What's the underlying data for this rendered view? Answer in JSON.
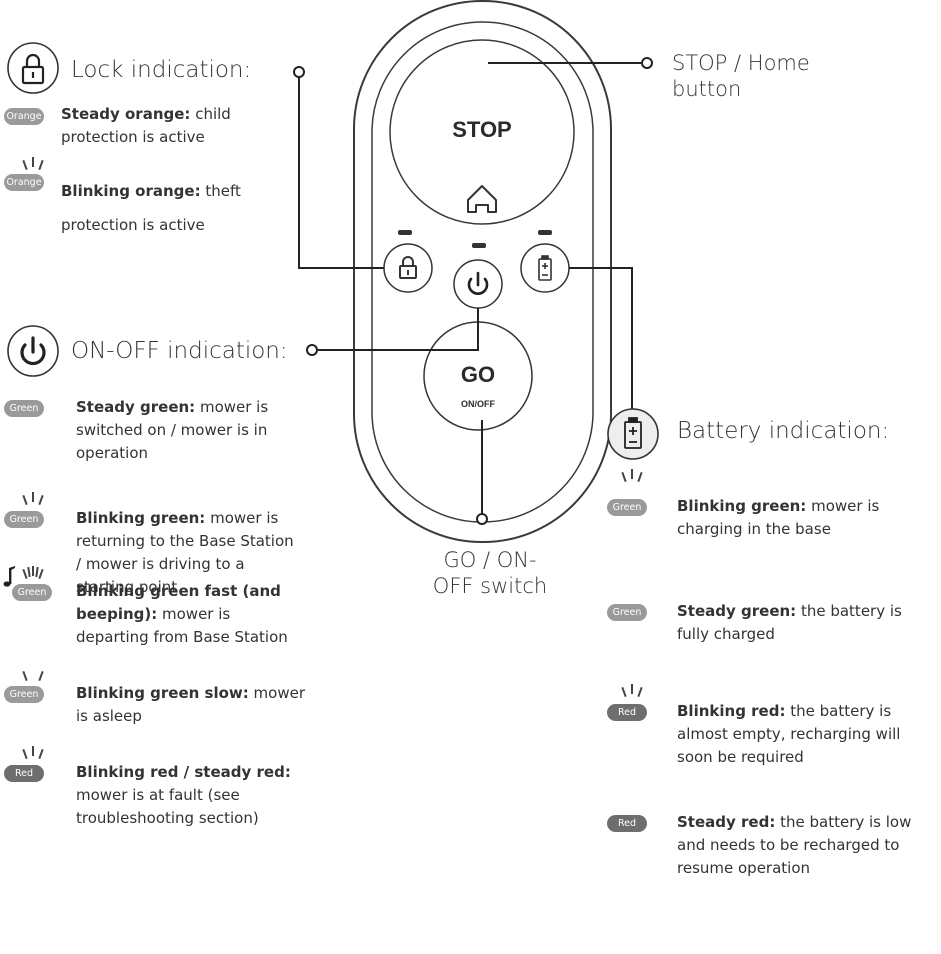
{
  "remote": {
    "stop_label": "STOP",
    "go_label": "GO",
    "onoff_label": "ON/OFF"
  },
  "callouts": {
    "stop_home": "STOP / Home button",
    "go_onoff": "GO / ON-OFF switch"
  },
  "lock_section": {
    "heading": "Lock indication:",
    "icon": "padlock-icon",
    "items": [
      {
        "badge": "Orange",
        "title": "Steady orange:",
        "text": "child protection is active",
        "blink": false
      },
      {
        "badge": "Orange",
        "title": "Blinking orange:",
        "text": "theft protection is active",
        "blink": true
      }
    ]
  },
  "onoff_section": {
    "heading": "ON-OFF indication:",
    "icon": "power-icon",
    "items": [
      {
        "badge": "Green",
        "title": "Steady green:",
        "text": "mower is switched on / mower is in operation",
        "blink": false
      },
      {
        "badge": "Green",
        "title": "Blinking green:",
        "text": "mower is returning to the Base Station / mower is driving to a starting point",
        "blink": true
      },
      {
        "badge": "Green",
        "title": "Blinking green fast (and beeping):",
        "text": "mower is departing from Base Station",
        "blink": "fast",
        "extra_icon": "music-note-icon"
      },
      {
        "badge": "Green",
        "title": "Blinking green slow:",
        "text": "mower is asleep",
        "blink": "slow"
      },
      {
        "badge": "Red",
        "title": "Blinking red / steady red:",
        "text": "mower is at fault (see troubleshooting section)",
        "blink": true
      }
    ]
  },
  "battery_section": {
    "heading": "Battery indication:",
    "icon": "battery-icon",
    "items": [
      {
        "badge": "Green",
        "title": "Blinking green:",
        "text": "mower is charging in the base",
        "blink": true
      },
      {
        "badge": "Green",
        "title": "Steady green:",
        "text": "the battery is fully charged",
        "blink": false
      },
      {
        "badge": "Red",
        "title": "Blinking red:",
        "text": "the battery is almost empty, recharging will soon be required",
        "blink": true
      },
      {
        "badge": "Red",
        "title": "Steady red:",
        "text": "the battery is low and needs to be recharged to resume operation",
        "blink": false
      }
    ]
  }
}
